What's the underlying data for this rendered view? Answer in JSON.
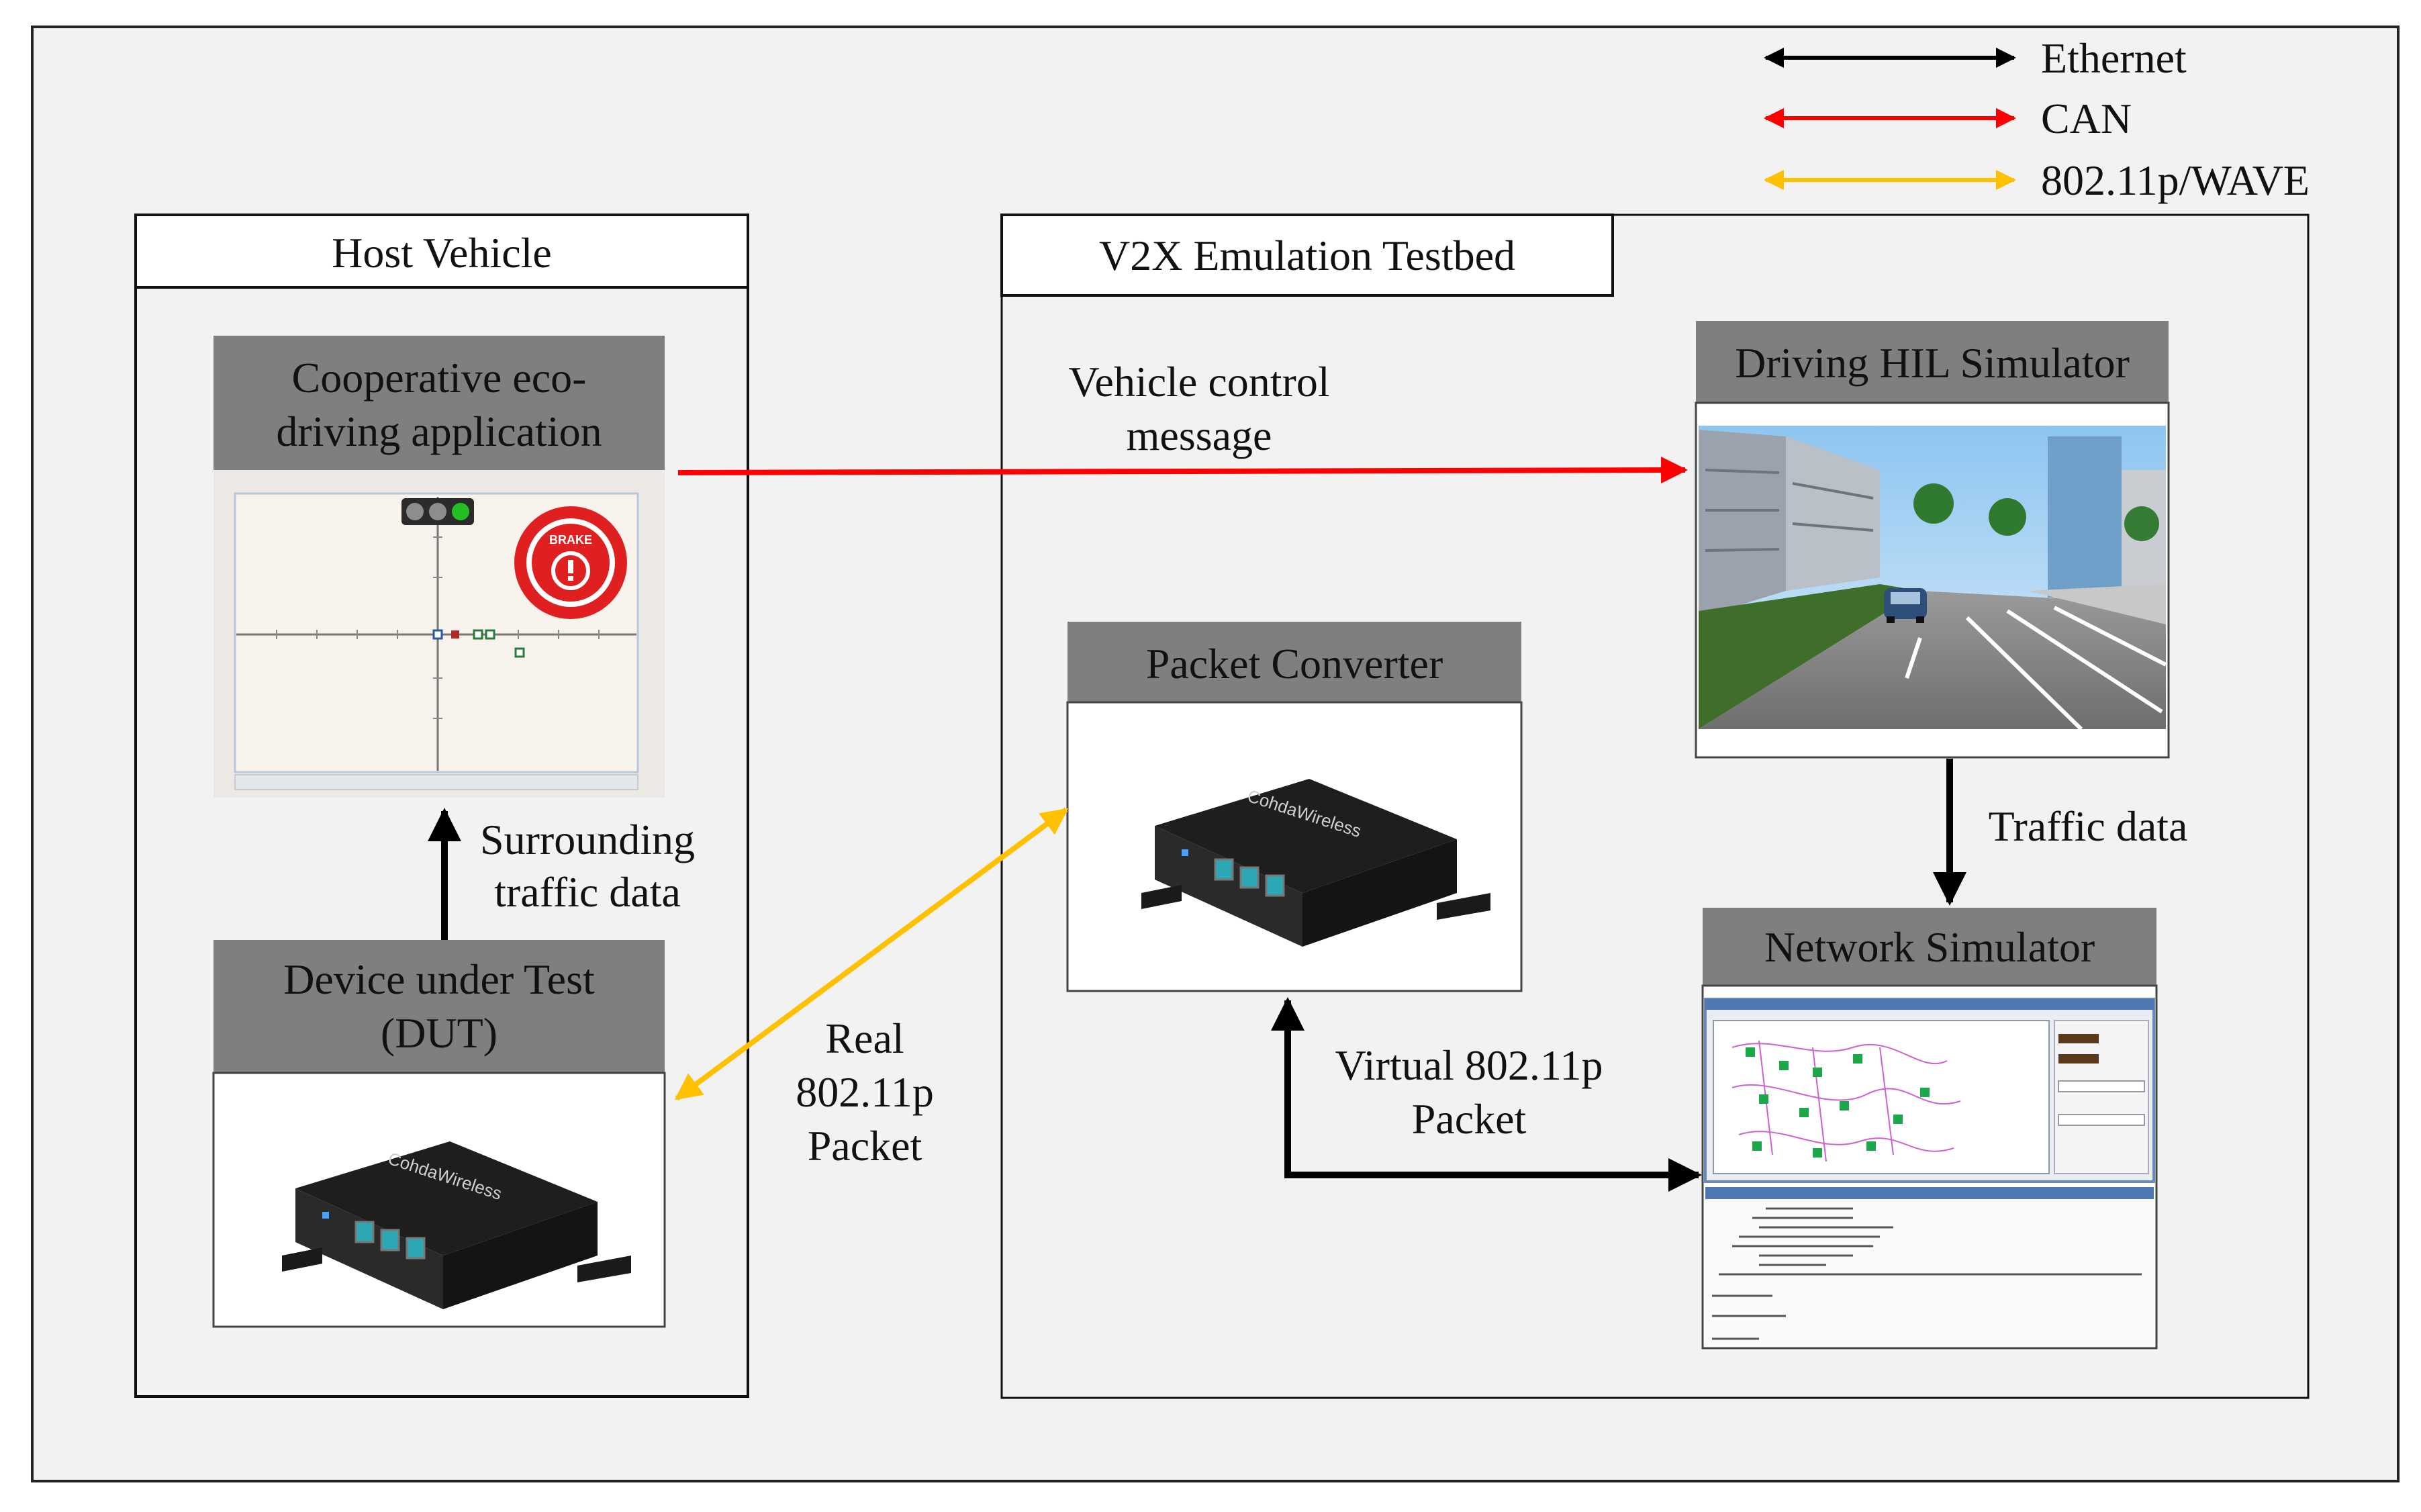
{
  "legend": {
    "items": [
      {
        "label": "Ethernet",
        "color": "#000000"
      },
      {
        "label": "CAN",
        "color": "#ff0000"
      },
      {
        "label": "802.11p/WAVE",
        "color": "#ffc000"
      }
    ]
  },
  "host_vehicle": {
    "title": "Host Vehicle",
    "app": {
      "line1": "Cooperative eco-",
      "line2": "driving application",
      "brake_label": "BRAKE"
    },
    "dut": {
      "line1": "Device under Test",
      "line2": "(DUT)"
    },
    "surrounding_label": {
      "line1": "Surrounding",
      "line2": "traffic data"
    }
  },
  "testbed": {
    "title": "V2X Emulation Testbed",
    "packet_converter": {
      "title": "Packet Converter"
    },
    "hil": {
      "title": "Driving HIL Simulator"
    },
    "network_sim": {
      "title": "Network Simulator"
    }
  },
  "flows": {
    "vehicle_control": {
      "line1": "Vehicle control",
      "line2": "message"
    },
    "traffic_data": "Traffic data",
    "real_packet": {
      "line1": "Real",
      "line2": "802.11p",
      "line3": "Packet"
    },
    "virtual_packet": {
      "line1": "Virtual 802.11p",
      "line2": "Packet"
    }
  },
  "colors": {
    "ethernet": "#000000",
    "can": "#ff0000",
    "wave": "#ffc000",
    "header_gray": "#808080",
    "frame_bg": "#f2f2f2"
  },
  "device_brand": "CohdaWireless"
}
